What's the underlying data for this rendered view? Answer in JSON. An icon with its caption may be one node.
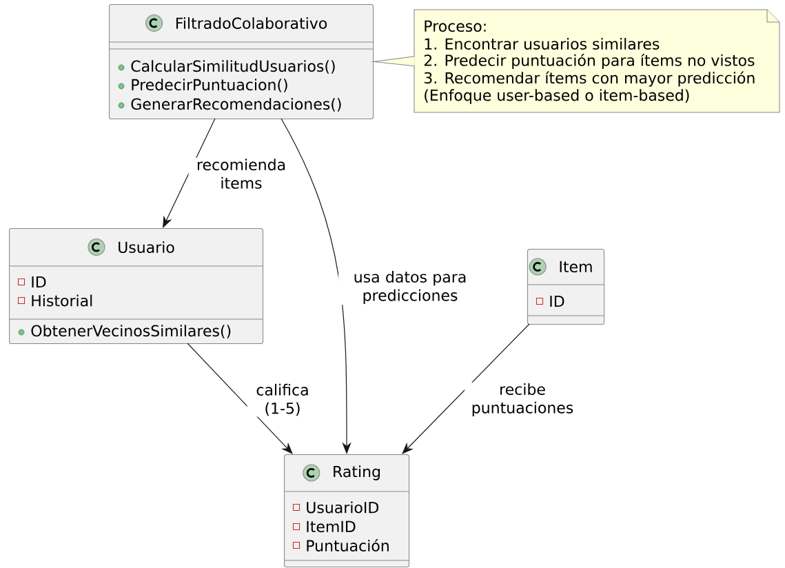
{
  "diagram": {
    "nodes": [
      {
        "text": [
          "FiltradoColaborativo",
          "CalcularSimilitudUsuarios()",
          "PredecirPuntuacion()",
          "GenerarRecomendaciones()"
        ]
      },
      {
        "text": [
          "Proceso:",
          "1. Encontrar usuarios similares",
          "2. Predecir puntuación para ítems no vistos",
          "3. Recomendar ítems con mayor predicción",
          "(Enfoque user-based o item-based)"
        ]
      },
      {
        "text": [
          "Usuario",
          "ID",
          "Historial",
          "ObtenerVecinosSimilares()"
        ]
      },
      {
        "text": [
          "Item",
          "ID"
        ]
      },
      {
        "text": [
          "Rating",
          "UsuarioID",
          "ItemID",
          "Puntuación"
        ]
      }
    ],
    "edges": [
      {
        "from": 1,
        "to": 0,
        "arrow": "none",
        "color": "#888888"
      },
      {
        "from": 0,
        "to": 2,
        "arrow": "to",
        "label": "recomienda items"
      },
      {
        "from": 0,
        "to": 4,
        "arrow": "to",
        "label": "usa datos para predicciones"
      },
      {
        "from": 2,
        "to": 4,
        "arrow": "to",
        "label": "califica (1-5)"
      },
      {
        "from": 3,
        "to": 4,
        "arrow": "to",
        "label": "recibe puntuaciones"
      }
    ]
  }
}
